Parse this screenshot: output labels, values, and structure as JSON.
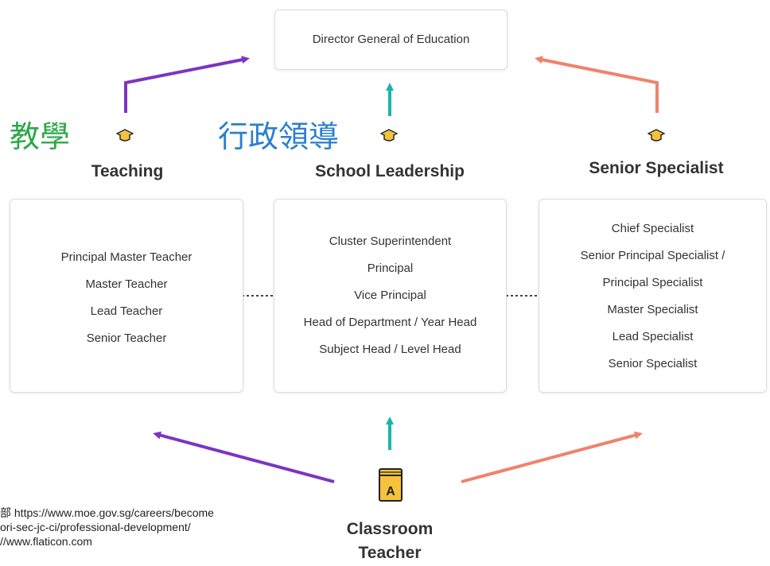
{
  "top_box": {
    "label": "Director General of Education"
  },
  "chinese_labels": {
    "teaching": "教學",
    "leadership": "行政領導"
  },
  "tracks": {
    "teaching": {
      "title": "Teaching",
      "roles": [
        "Principal Master Teacher",
        "Master Teacher",
        "Lead Teacher",
        "Senior Teacher"
      ]
    },
    "leadership": {
      "title": "School Leadership",
      "roles": [
        "Cluster Superintendent",
        "Principal",
        "Vice Principal",
        "Head of Department / Year Head",
        "Subject Head / Level Head"
      ]
    },
    "specialist": {
      "title": "Senior Specialist",
      "roles": [
        "Chief Specialist",
        "Senior Principal Specialist /",
        "Principal Specialist",
        "Master Specialist",
        "Lead Specialist",
        "Senior Specialist"
      ]
    }
  },
  "bottom": {
    "label_line1": "Classroom",
    "label_line2": "Teacher",
    "icon_letter": "A"
  },
  "credit": {
    "line1": "部 https://www.moe.gov.sg/careers/become",
    "line2": "ori-sec-jc-ci/professional-development/",
    "line3": "//www.flaticon.com"
  },
  "colors": {
    "purple": "#7b35c1",
    "teal": "#1bb5a7",
    "salmon": "#f0826c",
    "green_text": "#2ea84a",
    "blue_text": "#2a7fd0",
    "book_yellow": "#f5c33b"
  },
  "icons": [
    "graduation-cap-icon",
    "book-icon",
    "double-arrow-icon"
  ]
}
